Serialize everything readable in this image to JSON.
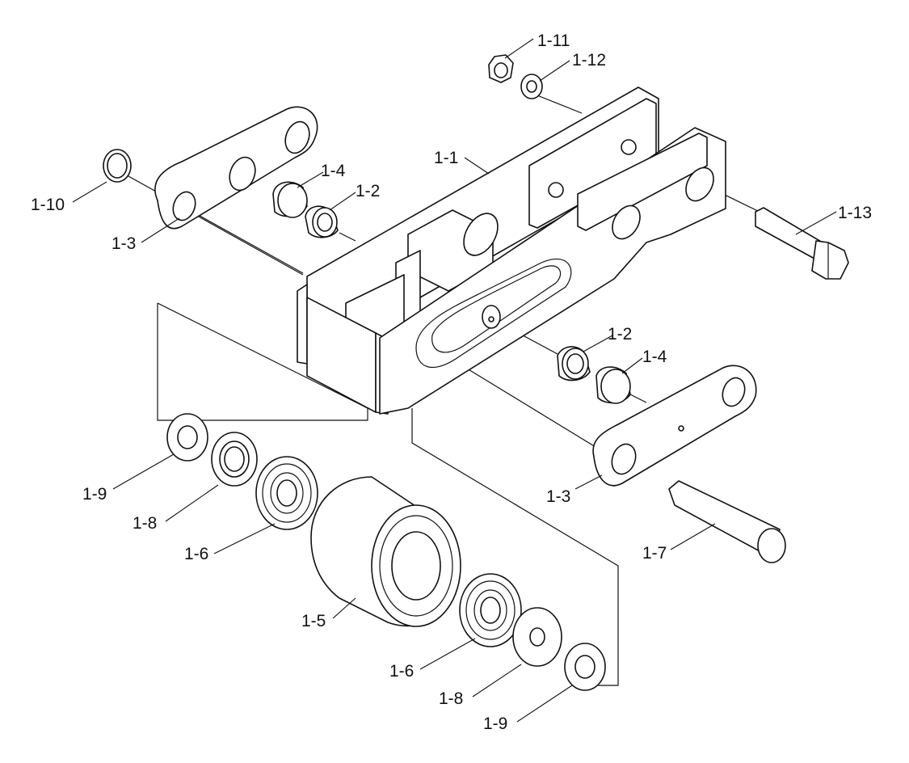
{
  "callouts": {
    "c1_1": "1-1",
    "c1_2a": "1-2",
    "c1_2b": "1-2",
    "c1_3a": "1-3",
    "c1_3b": "1-3",
    "c1_4a": "1-4",
    "c1_4b": "1-4",
    "c1_5": "1-5",
    "c1_6a": "1-6",
    "c1_6b": "1-6",
    "c1_7": "1-7",
    "c1_8a": "1-8",
    "c1_8b": "1-8",
    "c1_9a": "1-9",
    "c1_9b": "1-9",
    "c1_10": "1-10",
    "c1_11": "1-11",
    "c1_12": "1-12",
    "c1_13": "1-13"
  }
}
